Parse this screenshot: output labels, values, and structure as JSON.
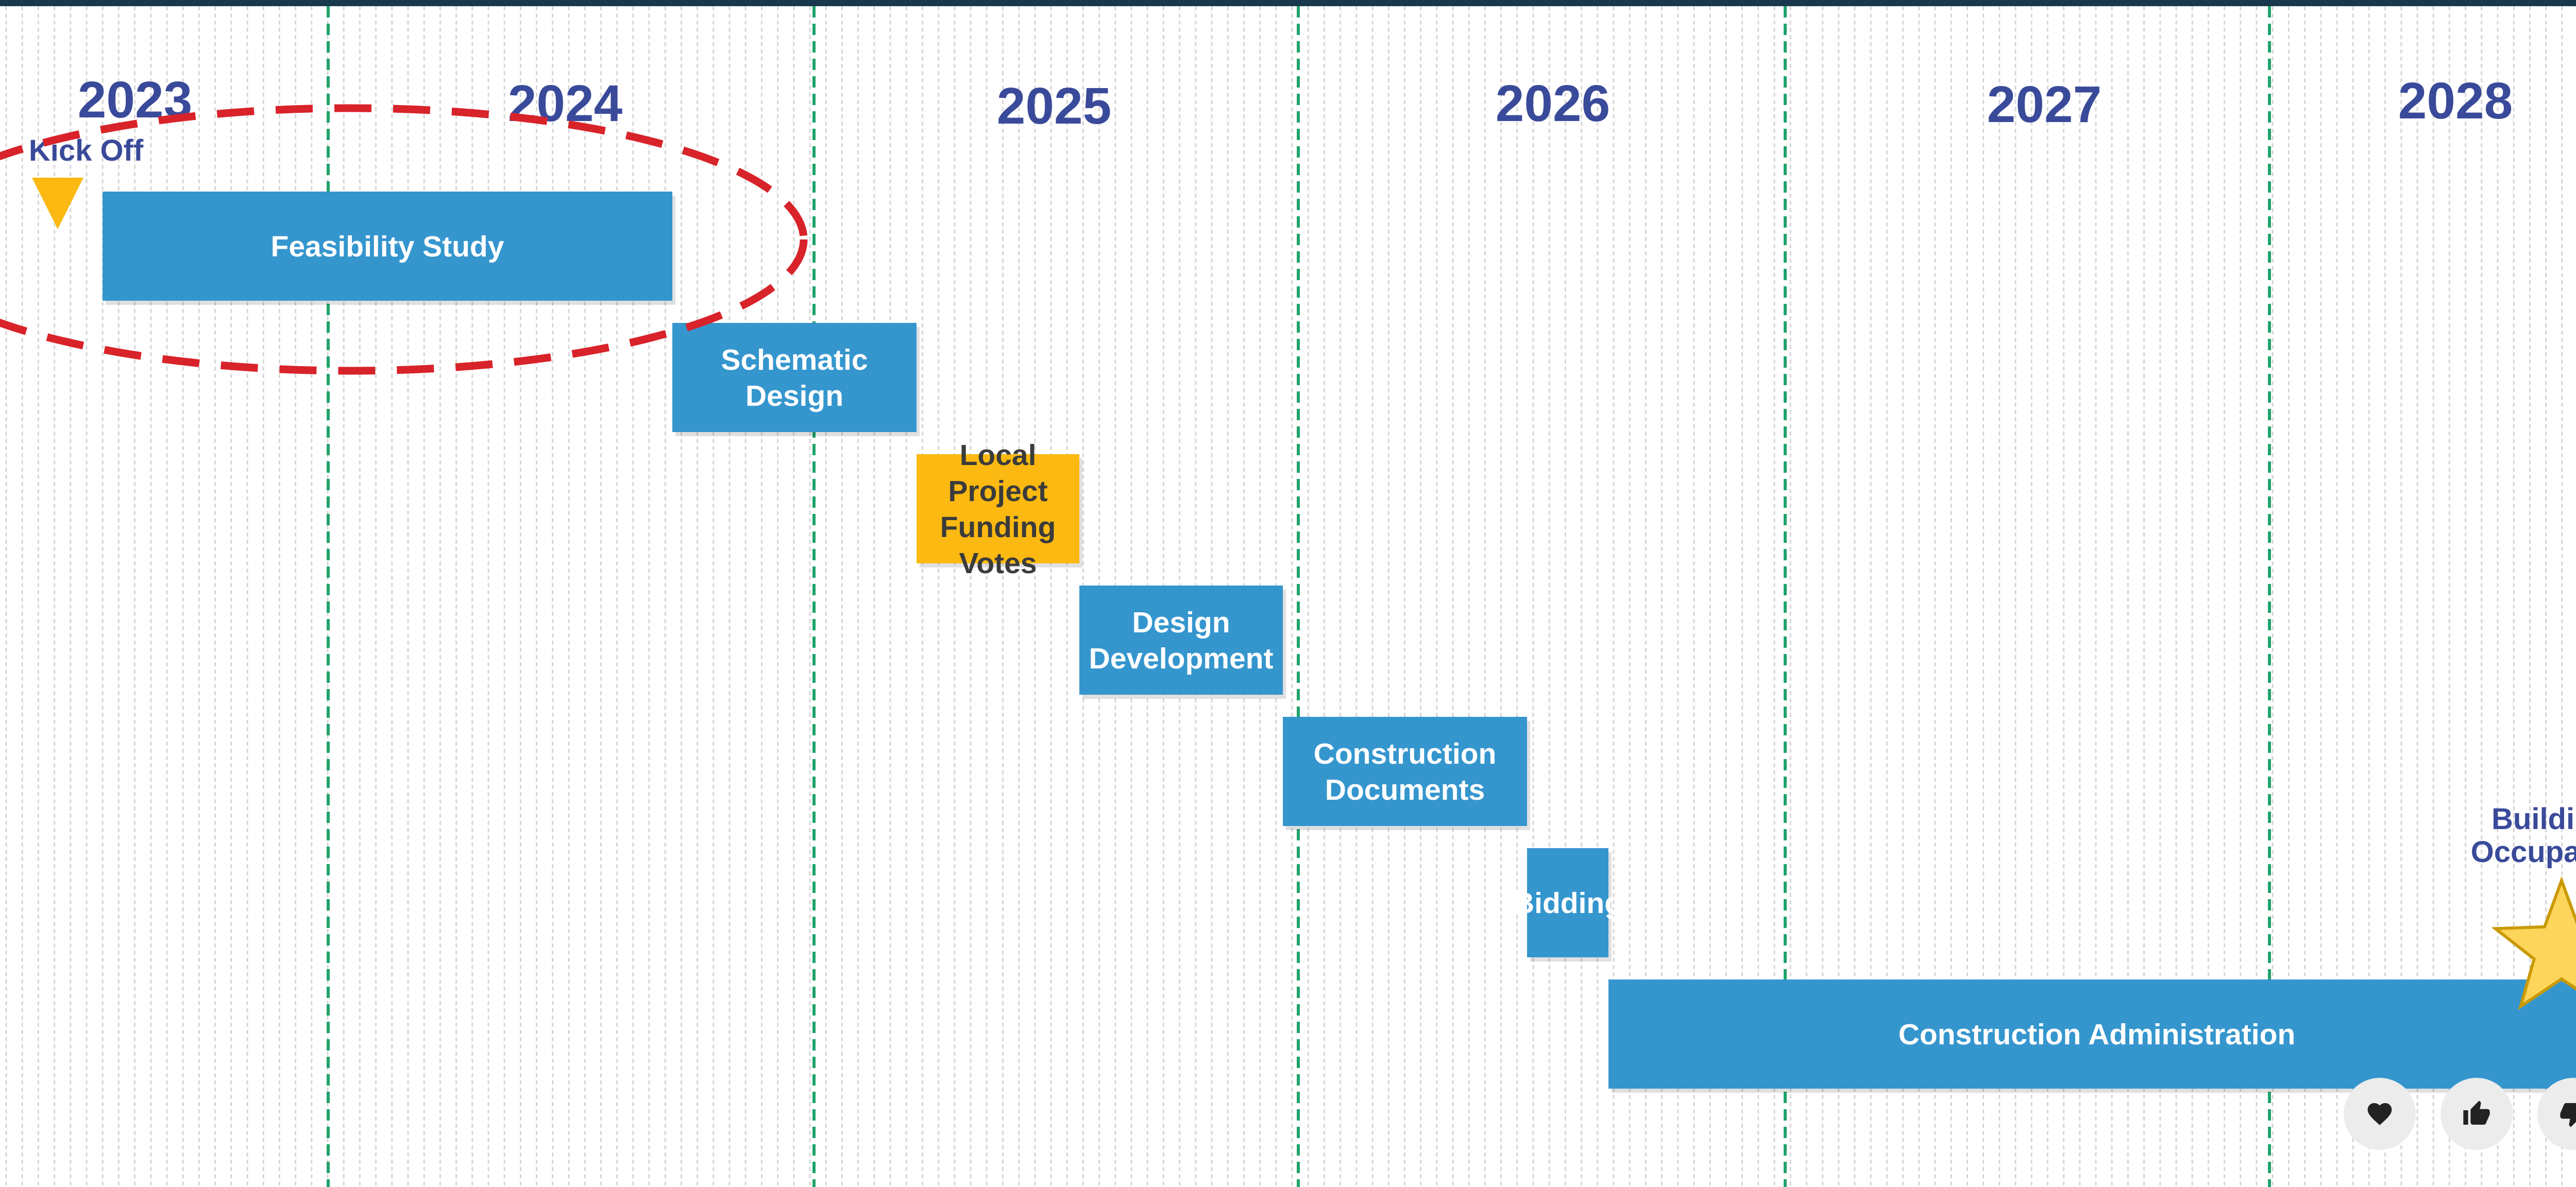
{
  "chart_data": {
    "type": "gantt",
    "years": [
      "2023",
      "2024",
      "2025",
      "2026",
      "2027",
      "2028"
    ],
    "tasks": [
      {
        "label": [
          "Feasibility Study"
        ],
        "start": "2023-02",
        "end": "2024-04",
        "color": "#3596ce",
        "highlighted": true
      },
      {
        "label": [
          "Schematic",
          "Design"
        ],
        "start": "2024-04",
        "end": "2024-10",
        "color": "#3596ce"
      },
      {
        "label": [
          "Local",
          "Project",
          "Funding",
          "Votes"
        ],
        "start": "2024-10",
        "end": "2025-02",
        "color": "#fbb911"
      },
      {
        "label": [
          "Design",
          "Development"
        ],
        "start": "2025-02",
        "end": "2025-07",
        "color": "#3596ce"
      },
      {
        "label": [
          "Construction",
          "Documents"
        ],
        "start": "2025-07",
        "end": "2026-01",
        "color": "#3596ce"
      },
      {
        "label": [
          "Bidding"
        ],
        "start": "2026-01",
        "end": "2026-03",
        "color": "#3596ce"
      },
      {
        "label": [
          "Construction Administration"
        ],
        "start": "2026-03",
        "end": "2028-03",
        "color": "#3596ce"
      }
    ],
    "milestones": [
      {
        "label": [
          "Kick Off"
        ],
        "date": "2023-01",
        "shape": "triangle",
        "color": "#fbb911"
      },
      {
        "label": [
          "Building",
          "Occupancy"
        ],
        "date": "2028-02",
        "shape": "star",
        "color": "#fdd55b"
      }
    ],
    "grid": true,
    "colors": {
      "task": "#3596ce",
      "vote": "#fbb911",
      "year_divider": "#1fa36a",
      "highlight": "#d8232a",
      "year_text": "#3a4a9a"
    }
  },
  "feedback": {
    "icons": [
      "heart-icon",
      "thumbs-up-icon",
      "thumbs-down-icon"
    ]
  }
}
